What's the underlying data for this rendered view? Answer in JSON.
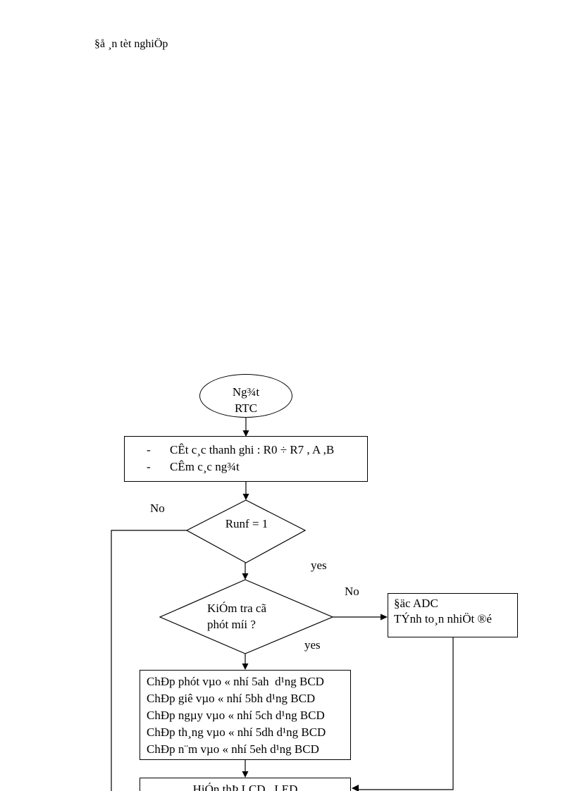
{
  "document": {
    "header": "§å ¸n tèt nghiÖp"
  },
  "flowchart": {
    "start_ellipse": {
      "line1": "Ng¾t",
      "line2": "RTC"
    },
    "init_box": {
      "bullet": "-",
      "line1": "CÊt c¸c thanh ghi : R0 ÷ R7 , A ,B",
      "line2": "CÊm c¸c ng¾t"
    },
    "runf_decision": {
      "condition": "Runf = 1",
      "no_label": "No",
      "yes_label": "yes"
    },
    "minute_decision": {
      "line1": "KiÓm tra cã",
      "line2": "phót míi ?",
      "no_label": "No",
      "yes_label": "yes"
    },
    "adc_box": {
      "line1": "§äc ADC",
      "line2": "TÝnh to¸n nhiÖt ®é"
    },
    "bcd_box": {
      "lines": [
        "ChÐp phót vµo « nhí 5ah  d¹ng BCD",
        "ChÐp giê vµo « nhí 5bh d¹ng BCD",
        "ChÐp ngµy vµo « nhí 5ch d¹ng BCD",
        "ChÐp th¸ng vµo « nhí 5dh d¹ng BCD",
        "ChÐp n¨m vµo « nhí 5eh d¹ng BCD"
      ]
    },
    "display_box": {
      "text": "HiÓn thÞ LCD , LED"
    },
    "ink_color": "#000000",
    "paper_color": "#ffffff"
  }
}
